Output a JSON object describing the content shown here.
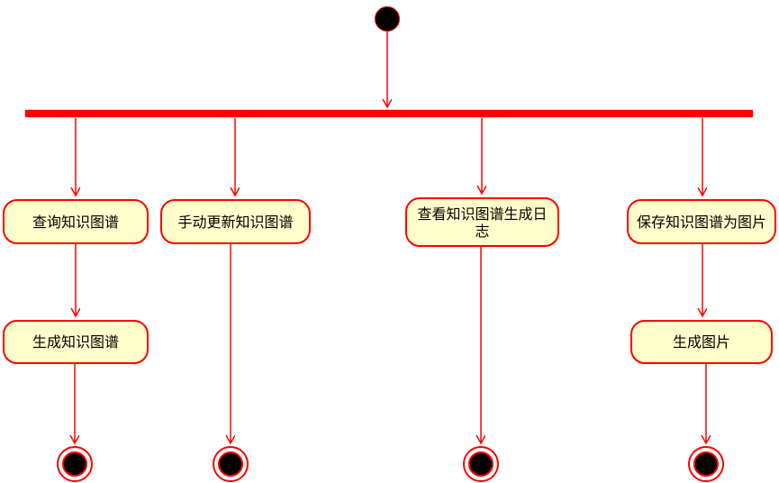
{
  "diagram": {
    "type": "uml-activity-diagram",
    "colors": {
      "edge": "#FF0000",
      "fork_bar": "#FF0000",
      "activity_fill": "#FFFFCC",
      "activity_border": "#FF0000",
      "text": "#000000",
      "terminal_fill": "#000000",
      "background": "#FFFFFF"
    },
    "nodes": {
      "initial": {
        "kind": "initial-node"
      },
      "fork": {
        "kind": "fork-bar"
      },
      "activities": [
        {
          "id": "query",
          "label": "查询知识图谱"
        },
        {
          "id": "manual-update",
          "label": "手动更新知识图谱"
        },
        {
          "id": "view-log",
          "label": "查看知识图谱生成日志"
        },
        {
          "id": "save-as-image",
          "label": "保存知识图谱为图片"
        },
        {
          "id": "generate-graph",
          "label": "生成知识图谱"
        },
        {
          "id": "generate-image",
          "label": "生成图片"
        }
      ],
      "final_count": 4
    }
  }
}
